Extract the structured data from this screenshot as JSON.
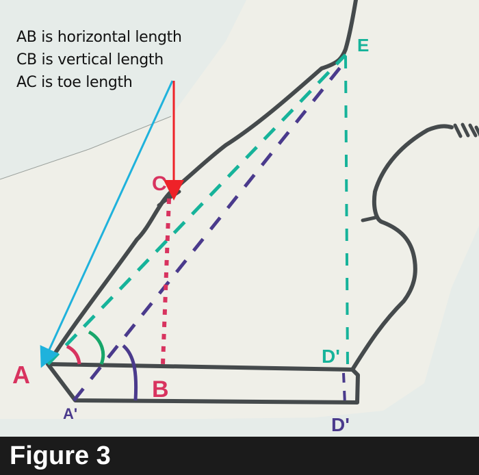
{
  "legend": {
    "lines": [
      "AB is horizontal length",
      "CB is vertical length",
      "AC is toe length"
    ]
  },
  "caption": "Figure 3",
  "points": {
    "A": "A",
    "B": "B",
    "C": "C",
    "D_prime_teal": "D'",
    "D_prime_purple": "D'",
    "E": "E",
    "A_prime": "A'"
  },
  "colors": {
    "outline": "#454a4c",
    "crimson": "#d8335f",
    "teal": "#16b39a",
    "purple": "#4a3a8c",
    "cyan_arrow": "#1fb2dc",
    "red_arrow": "#ee2228",
    "green_angle": "#17a66a",
    "paper": "#efefe8",
    "background": "#e8eeeb",
    "caption_bar": "#1b1b1b"
  }
}
